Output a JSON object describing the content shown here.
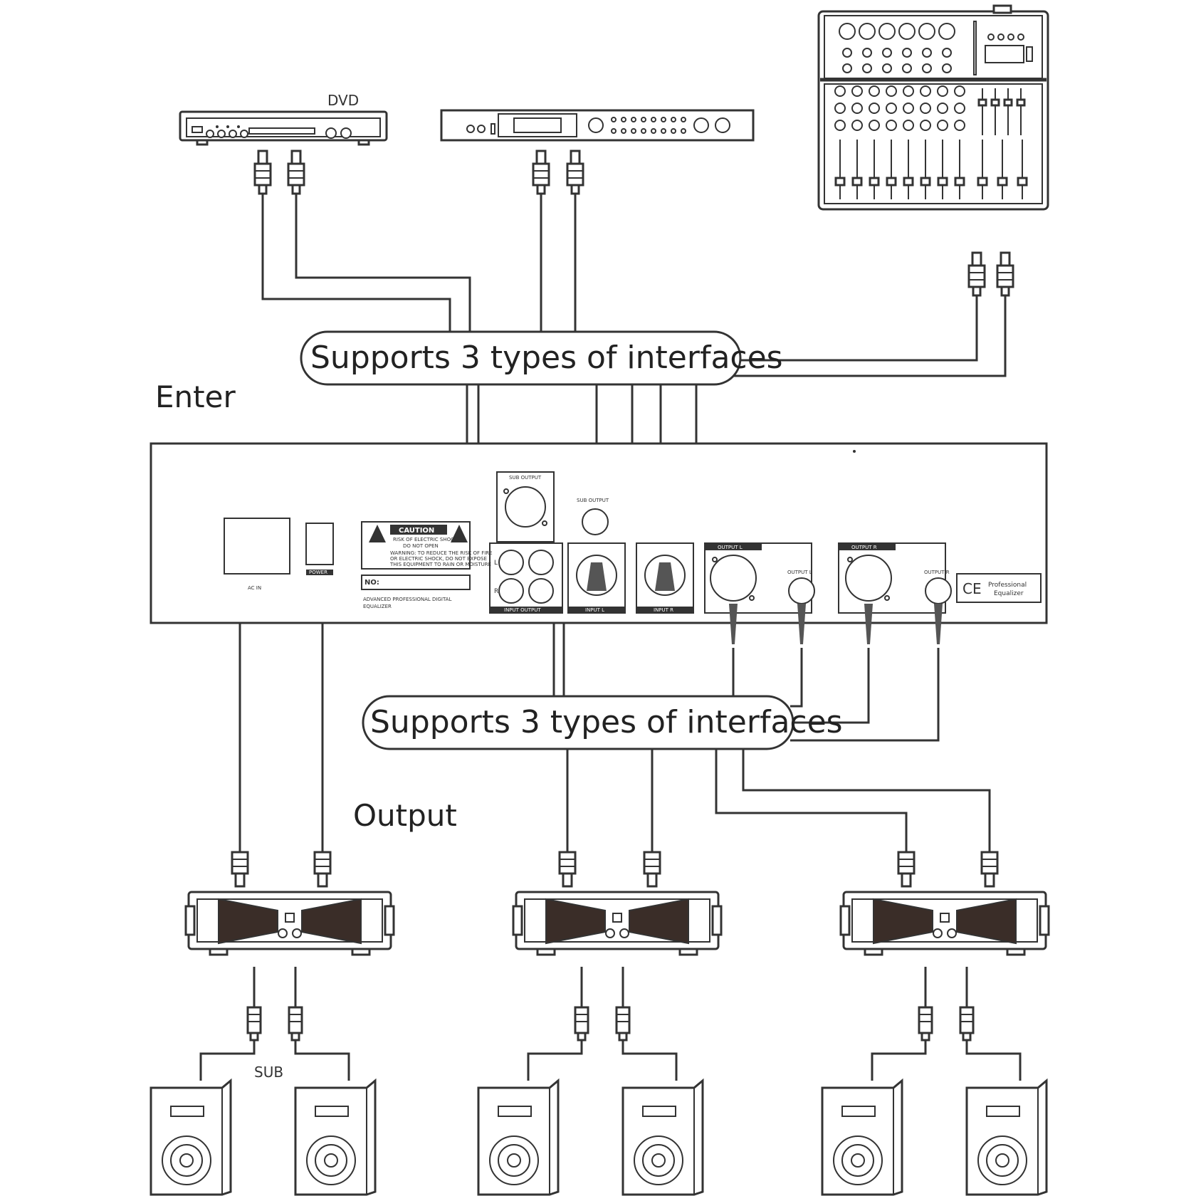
{
  "labels": {
    "dvd": "DVD",
    "interfaces_top": "Supports 3 types of interfaces",
    "interfaces_bottom": "Supports 3 types of interfaces",
    "enter": "Enter",
    "output": "Output",
    "sub": "SUB"
  },
  "panel": {
    "sub_output_top": "SUB OUTPUT",
    "sub_output_jack": "SUB OUTPUT",
    "caution": "CAUTION",
    "caution_line1": "RISK OF ELECTRIC SHOCK",
    "caution_line2": "DO NOT OPEN",
    "warning_line1": "WARNING: TO REDUCE THE RISK OF FIRE",
    "warning_line2": "OR ELECTRIC SHOCK, DO NOT EXPOSE",
    "warning_line3": "THIS EQUIPMENT TO RAIN OR MOISTURE",
    "no_label": "NO:",
    "model_line1": "ADVANCED PROFESSIONAL DIGITAL",
    "model_line2": "EQUALIZER",
    "ac_in": "AC IN",
    "power": "POWER",
    "l": "L",
    "r": "R",
    "input_output": "INPUT    OUTPUT",
    "input_l": "INPUT L",
    "input_r": "INPUT R",
    "output_l": "OUTPUT L",
    "output_r": "OUTPUT R",
    "out_l_jack": "OUTPUT L",
    "out_r_jack": "OUTPUT R",
    "ce": "CE",
    "brand_line1": "Professional",
    "brand_line2": "Equalizer"
  }
}
